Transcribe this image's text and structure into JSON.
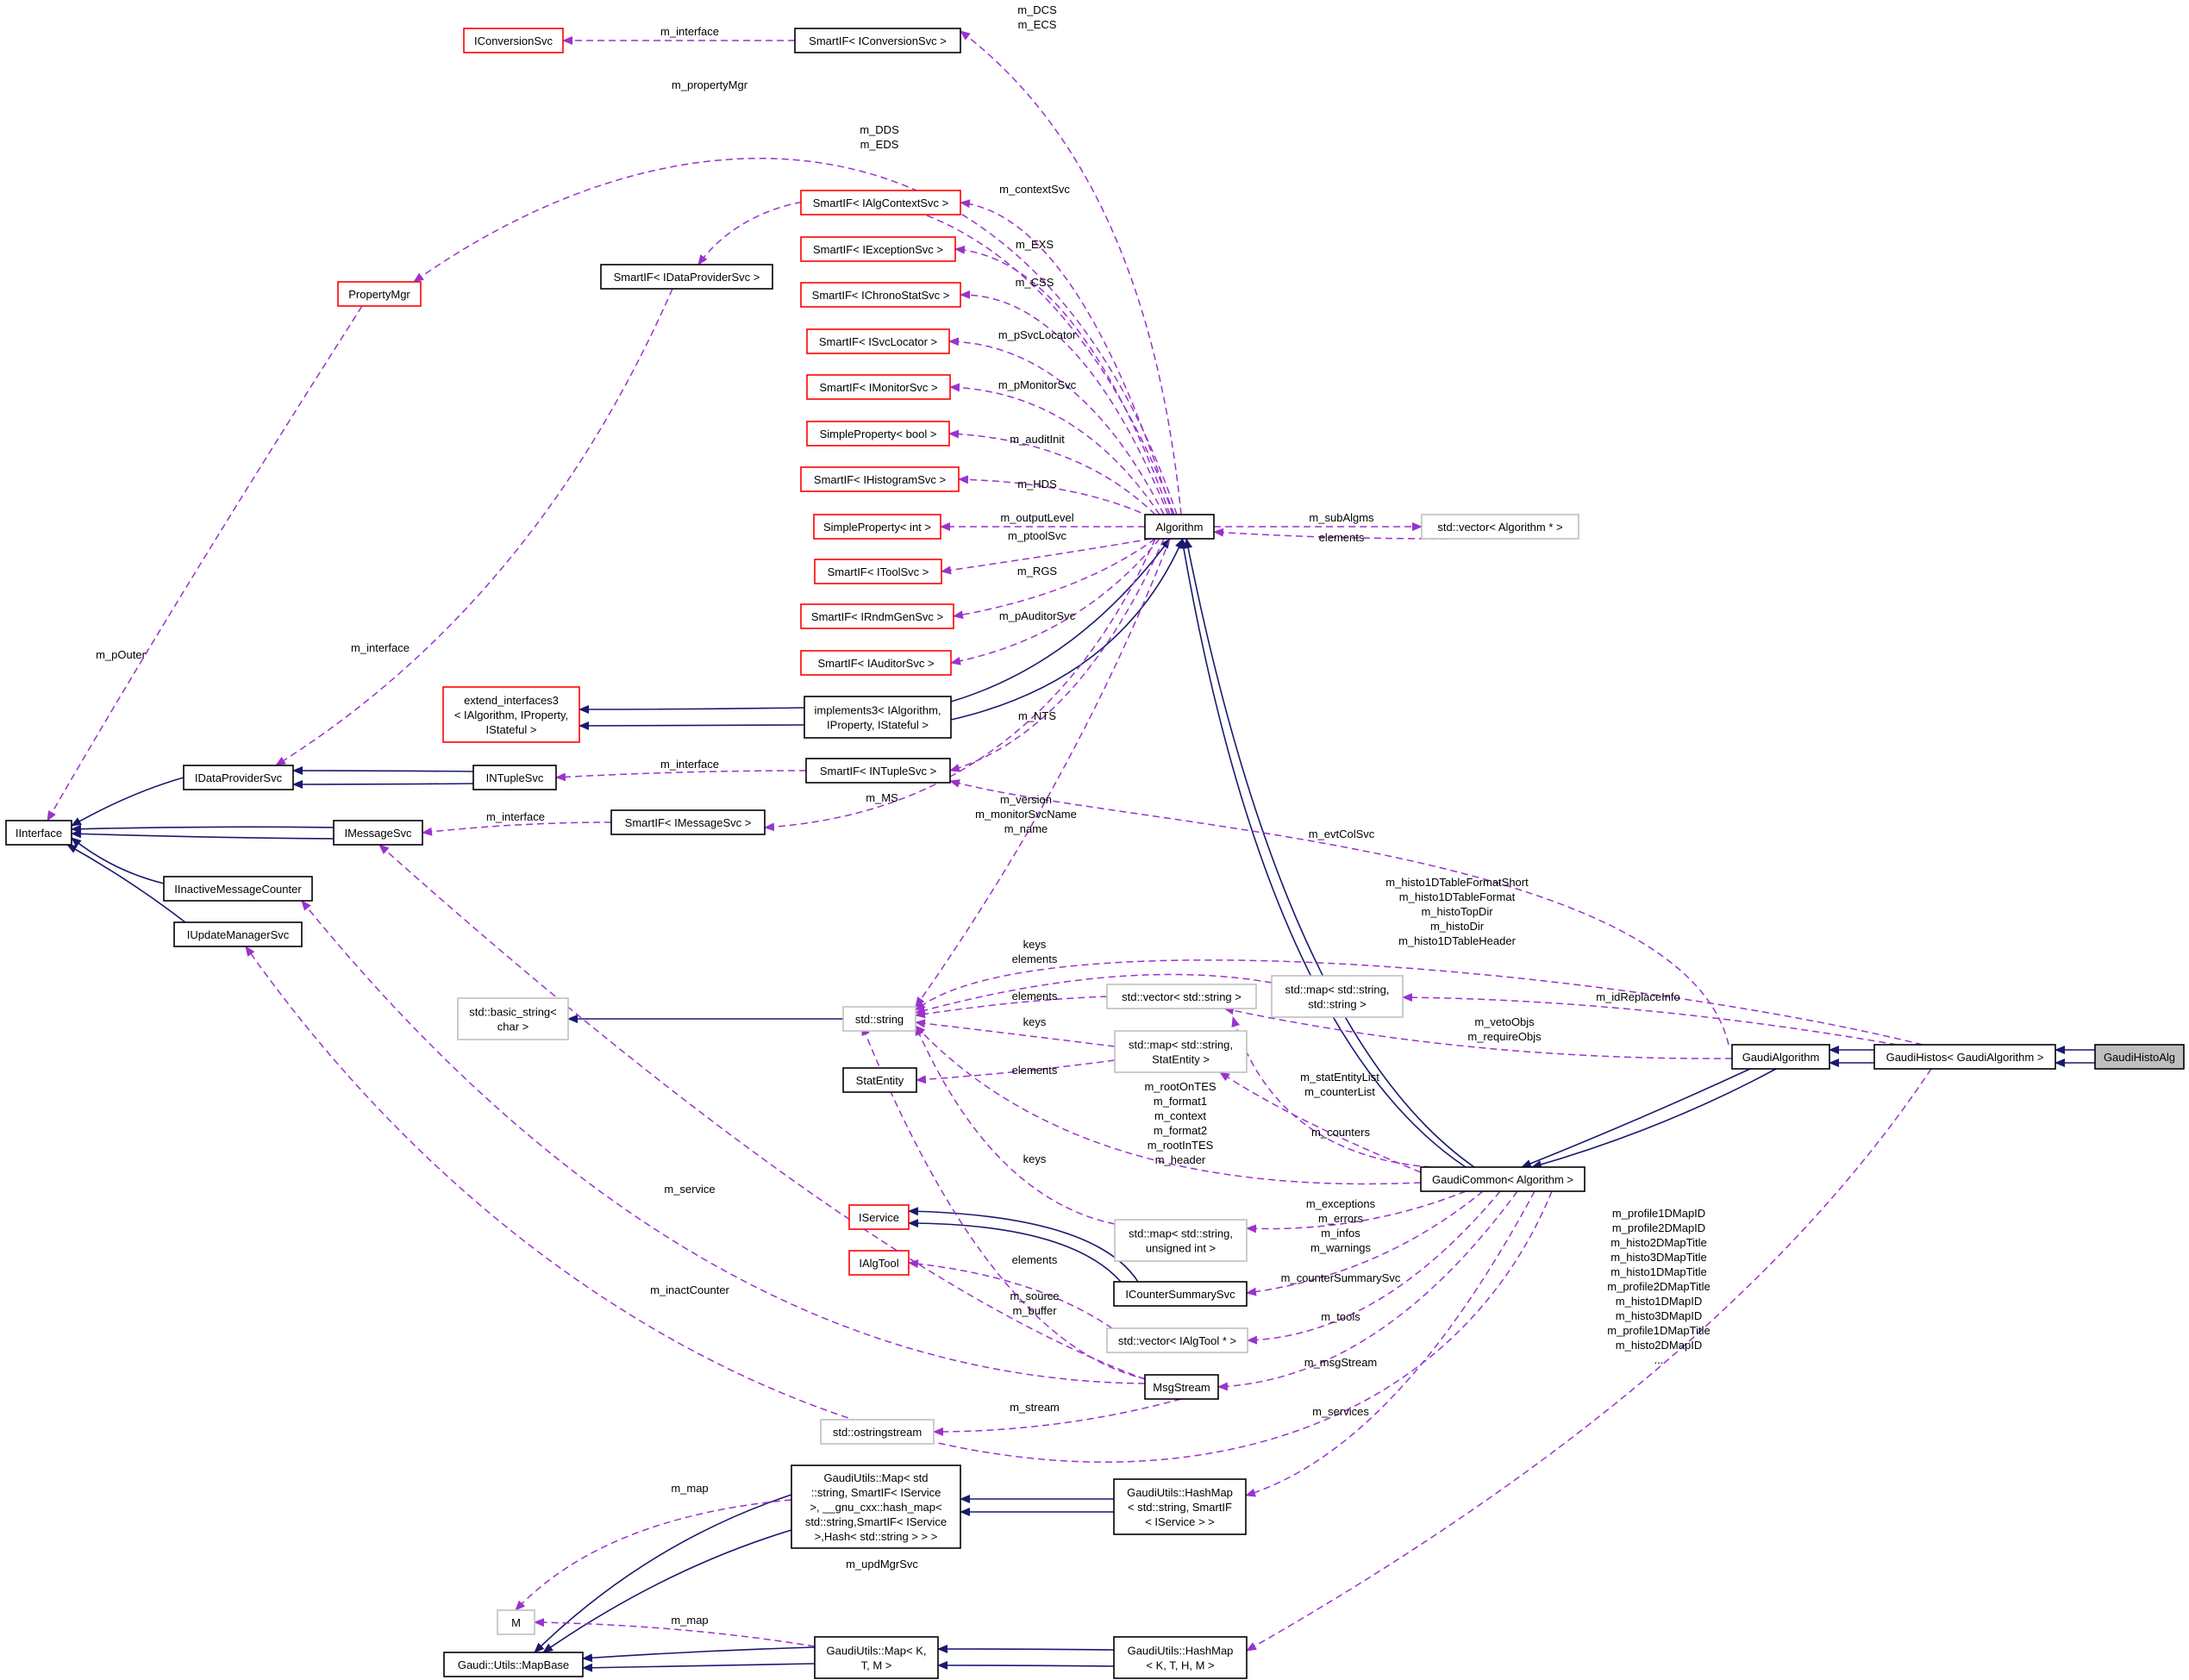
{
  "colors": {
    "inherit": "#191970",
    "member": "#9a32cd",
    "red_border": "#ff0000",
    "gray_border": "#bfbfbf",
    "focus_fill": "#bfbfbf"
  },
  "nodes": {
    "IConversionSvc": "IConversionSvc",
    "SIF_IConversionSvc": "SmartIF< IConversionSvc >",
    "PropertyMgr": "PropertyMgr",
    "SIF_IDataProviderSvc": "SmartIF< IDataProviderSvc >",
    "SIF_IAlgContextSvc": "SmartIF< IAlgContextSvc >",
    "SIF_IExceptionSvc": "SmartIF< IExceptionSvc >",
    "SIF_IChronoStatSvc": "SmartIF< IChronoStatSvc >",
    "SIF_ISvcLocator": "SmartIF< ISvcLocator >",
    "SIF_IMonitorSvc": "SmartIF< IMonitorSvc >",
    "SP_bool": "SimpleProperty< bool >",
    "SIF_IHistogramSvc": "SmartIF< IHistogramSvc >",
    "SP_int": "SimpleProperty< int >",
    "SIF_IToolSvc": "SmartIF< IToolSvc >",
    "SIF_IRndmGenSvc": "SmartIF< IRndmGenSvc >",
    "SIF_IAuditorSvc": "SmartIF< IAuditorSvc >",
    "Algorithm": "Algorithm",
    "vec_Algorithm": "std::vector< Algorithm * >",
    "extend_interfaces3": [
      "extend_interfaces3",
      "< IAlgorithm, IProperty,",
      "IStateful >"
    ],
    "implements3": [
      "implements3< IAlgorithm,",
      "IProperty, IStateful >"
    ],
    "IInterface": "IInterface",
    "IDataProviderSvc": "IDataProviderSvc",
    "INTupleSvc": "INTupleSvc",
    "SIF_INTupleSvc": "SmartIF< INTupleSvc >",
    "IMessageSvc": "IMessageSvc",
    "SIF_IMessageSvc": "SmartIF< IMessageSvc >",
    "IInactiveMessageCounter": "IInactiveMessageCounter",
    "IUpdateManagerSvc": "IUpdateManagerSvc",
    "basic_string": [
      "std::basic_string<",
      "char >"
    ],
    "std_string": "std::string",
    "map_string_string": [
      "std::map< std::string,",
      "std::string >"
    ],
    "vec_string": "std::vector< std::string >",
    "map_StatEntity": [
      "std::map< std::string,",
      "StatEntity >"
    ],
    "StatEntity": "StatEntity",
    "GaudiAlgorithm": "GaudiAlgorithm",
    "GaudiHistos": "GaudiHistos< GaudiAlgorithm >",
    "GaudiHistoAlg": "GaudiHistoAlg",
    "GaudiCommon": "GaudiCommon< Algorithm >",
    "IService": "IService",
    "map_unsigned": [
      "std::map< std::string,",
      "unsigned int >"
    ],
    "IAlgTool": "IAlgTool",
    "ICounterSummarySvc": "ICounterSummarySvc",
    "vec_IAlgTool": "std::vector< IAlgTool * >",
    "MsgStream": "MsgStream",
    "ostringstream": "std::ostringstream",
    "GU_Map_std": [
      "GaudiUtils::Map< std",
      "::string, SmartIF< IService",
      ">, __gnu_cxx::hash_map<",
      "std::string,SmartIF< IService",
      ">,Hash< std::string > > >"
    ],
    "GU_HashMap_std": [
      "GaudiUtils::HashMap",
      "< std::string, SmartIF",
      "< IService > >"
    ],
    "M": "M",
    "MapBase": "Gaudi::Utils::MapBase",
    "GU_Map_KTM": [
      "GaudiUtils::Map< K,",
      "T, M >"
    ],
    "GU_HashMap_KTHM": [
      "GaudiUtils::HashMap",
      "< K, T, H, M >"
    ]
  },
  "labels": {
    "conv_interface": [
      "m_interface"
    ],
    "dcs_ecs": [
      "m_DCS",
      "m_ECS"
    ],
    "propertyMgr": [
      "m_propertyMgr"
    ],
    "dds_eds": [
      "m_DDS",
      "m_EDS"
    ],
    "contextSvc": [
      "m_contextSvc"
    ],
    "exs": [
      "m_EXS"
    ],
    "css": [
      "m_CSS"
    ],
    "svcLocator": [
      "m_pSvcLocator"
    ],
    "monitorSvc": [
      "m_pMonitorSvc"
    ],
    "auditInit": [
      "m_auditInit"
    ],
    "hds": [
      "m_HDS"
    ],
    "outputLevel": [
      "m_outputLevel"
    ],
    "ptoolSvc": [
      "m_ptoolSvc"
    ],
    "rgs": [
      "m_RGS"
    ],
    "auditorSvc": [
      "m_pAuditorSvc"
    ],
    "nts": [
      "m_NTS"
    ],
    "subAlgms": [
      "m_subAlgms"
    ],
    "vec_elements": [
      "elements"
    ],
    "pOuter": [
      "m_pOuter"
    ],
    "dp_interface": [
      "m_interface"
    ],
    "nt_interface": [
      "m_interface"
    ],
    "ms": [
      "m_MS"
    ],
    "ms_interface": [
      "m_interface"
    ],
    "version_names": [
      "m_version",
      "m_monitorSvcName",
      "m_name"
    ],
    "evtColSvc": [
      "m_evtColSvc"
    ],
    "histo_formats": [
      "m_histo1DTableFormatShort",
      "m_histo1DTableFormat",
      "m_histoTopDir",
      "m_histoDir",
      "m_histo1DTableHeader"
    ],
    "keys_elements": [
      "keys",
      "elements"
    ],
    "idReplaceInfo": [
      "m_idReplaceInfo"
    ],
    "vecstr_elements": [
      "elements"
    ],
    "veto_require": [
      "m_vetoObjs",
      "m_requireObjs"
    ],
    "statmap_keys": [
      "keys"
    ],
    "stat_elements": [
      "elements"
    ],
    "stat_counter_list": [
      "m_statEntityList",
      "m_counterList"
    ],
    "root_formats": [
      "m_rootOnTES",
      "m_format1",
      "m_context",
      "m_format2",
      "m_rootInTES",
      "m_header"
    ],
    "counters": [
      "m_counters"
    ],
    "service": [
      "m_service"
    ],
    "unsigned_keys": [
      "keys"
    ],
    "exc_err": [
      "m_exceptions",
      "m_errors",
      "m_infos",
      "m_warnings"
    ],
    "profile_ids": [
      "m_profile1DMapID",
      "m_profile2DMapID",
      "m_histo2DMapTitle",
      "m_histo3DMapTitle",
      "m_histo1DMapTitle",
      "m_profile2DMapTitle",
      "m_histo1DMapID",
      "m_histo3DMapID",
      "m_profile1DMapTitle",
      "m_histo2DMapID",
      "..."
    ],
    "inactCounter": [
      "m_inactCounter"
    ],
    "tool_elements": [
      "elements"
    ],
    "counterSummarySvc": [
      "m_counterSummarySvc"
    ],
    "source_buffer": [
      "m_source",
      "m_buffer"
    ],
    "tools": [
      "m_tools"
    ],
    "msgStream": [
      "m_msgStream"
    ],
    "stream": [
      "m_stream"
    ],
    "services": [
      "m_services"
    ],
    "map_map": [
      "m_map"
    ],
    "updMgrSvc": [
      "m_updMgrSvc"
    ],
    "map_map2": [
      "m_map"
    ]
  }
}
